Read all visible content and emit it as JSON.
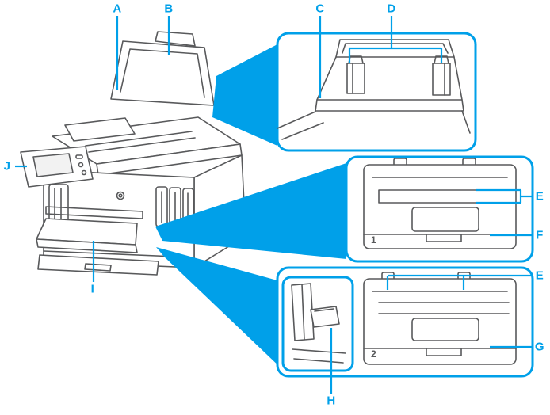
{
  "diagram": {
    "background_color": "#ffffff",
    "accent_color": "#00A0E9",
    "art_line_color": "#58595B",
    "labels": {
      "a": "A",
      "b": "B",
      "c": "C",
      "d": "D",
      "e_rear": "E",
      "f": "F",
      "e_front": "E",
      "g": "G",
      "h": "H",
      "i": "I",
      "j": "J"
    },
    "cassette_markings": {
      "cassette_1": "1",
      "cassette_2": "2"
    }
  }
}
